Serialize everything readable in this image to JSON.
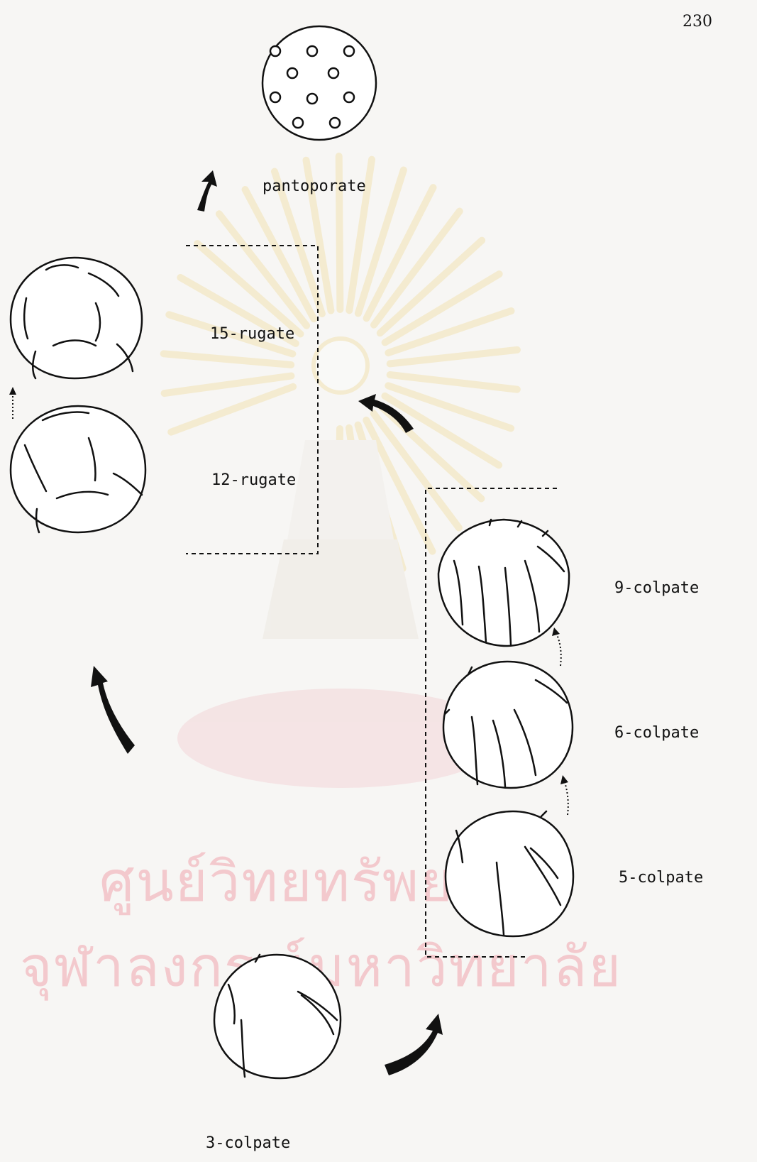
{
  "page": {
    "number": "230"
  },
  "diagram": {
    "labels": {
      "pantoporate": "pantoporate",
      "rugate15": "15-rugate",
      "rugate12": "12-rugate",
      "colpate9": "9-colpate",
      "colpate6": "6-colpate",
      "colpate5": "5-colpate",
      "colpate3": "3-colpate"
    }
  },
  "watermark": {
    "line1": "ศูนย์วิทยทรัพยากร",
    "line2": "จุฬาลงกรณ์มหาวิทยาลัย",
    "color": "#f3c9cd"
  }
}
